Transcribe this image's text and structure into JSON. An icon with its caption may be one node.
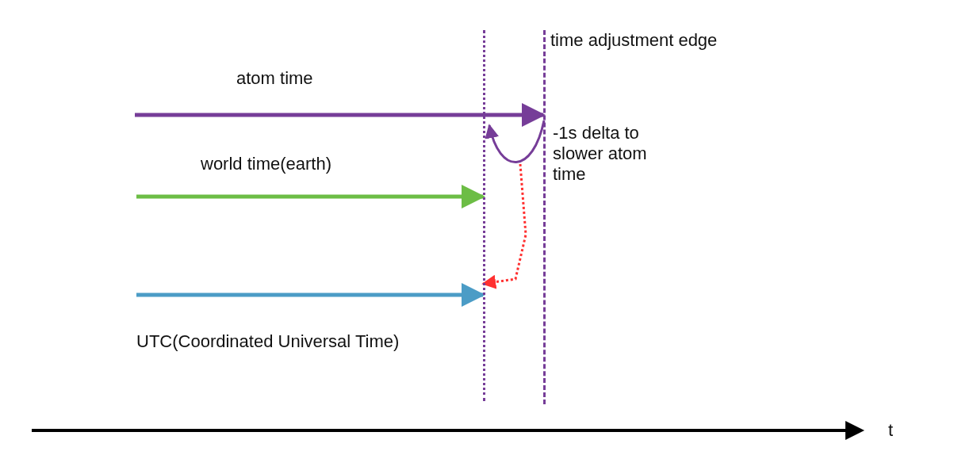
{
  "diagram": {
    "nodes": [
      {
        "text": [
          "time adjustment edge"
        ]
      },
      {
        "text": [],
        "shape": "line"
      }
    ],
    "edges": [
      {
        "from": null,
        "to": 0,
        "arrow": "to",
        "label": "atom time",
        "color": "#763d98"
      },
      {
        "from": 0,
        "to": 1,
        "arrow": "to",
        "label": "-1s delta to slower atom time",
        "color": "#763d98"
      },
      {
        "from": null,
        "to": 1,
        "arrow": "to",
        "label": "world time(earth)",
        "color": "#6cbd45"
      },
      {
        "from": null,
        "to": 1,
        "arrow": "to",
        "label": "UTC(Coordinated Universal Time)",
        "color": "#4b9cc6"
      },
      {
        "from": null,
        "to": 1,
        "arrow": "to",
        "style": "dashed",
        "color": "#ff3030"
      }
    ],
    "labels": [
      "t"
    ]
  }
}
